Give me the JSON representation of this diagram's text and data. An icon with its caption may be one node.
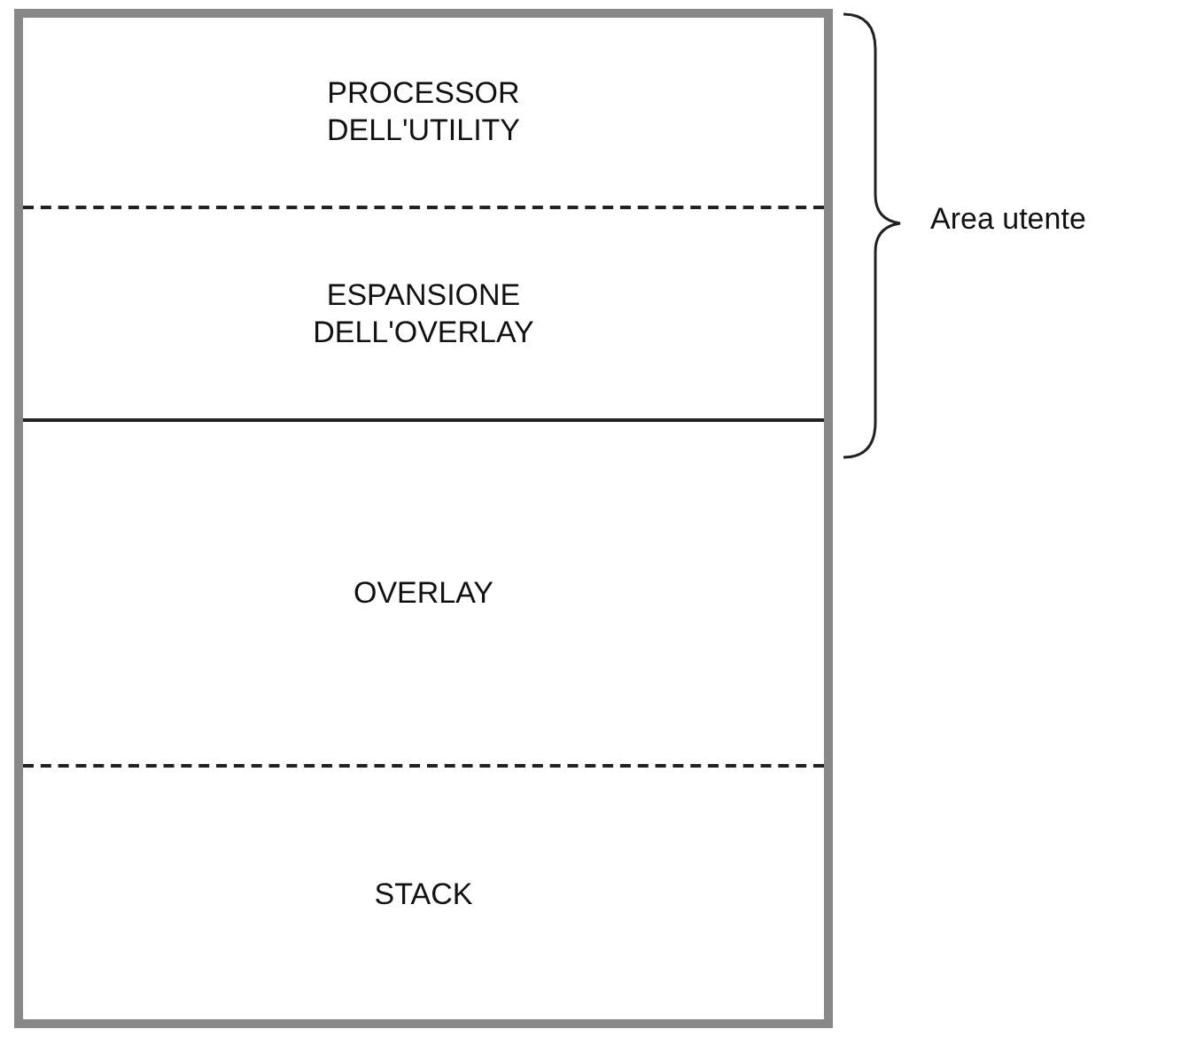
{
  "diagram": {
    "nodes": [
      {
        "text": [
          "PROCESSOR DELL'UTILITY"
        ]
      },
      {
        "text": [
          "ESPANSIONE DELL'OVERLAY"
        ]
      },
      {
        "text": [
          "OVERLAY"
        ]
      },
      {
        "text": [
          "STACK"
        ]
      }
    ],
    "labels": [
      "Area utente"
    ]
  }
}
